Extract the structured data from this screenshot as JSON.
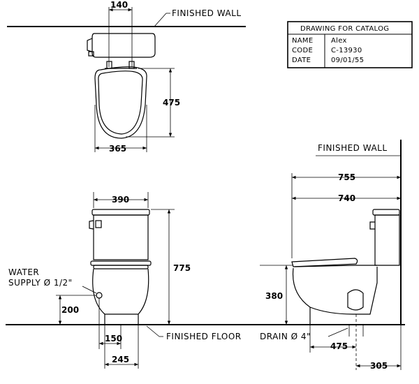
{
  "title_block": {
    "heading": "DRAWING FOR CATALOG",
    "rows": [
      {
        "key": "NAME",
        "value": "Alex"
      },
      {
        "key": "CODE",
        "value": "C-13930"
      },
      {
        "key": "DATE",
        "value": "09/01/55"
      }
    ]
  },
  "labels": {
    "finished_wall_top": "FINISHED WALL",
    "finished_wall_side": "FINISHED WALL",
    "finished_floor": "FINISHED FLOOR",
    "water_supply_line1": "WATER",
    "water_supply_line2": "SUPPLY Ø 1/2\"",
    "drain": "DRAIN Ø 4\""
  },
  "dimensions": {
    "top_inlet_width": "140",
    "top_seat_length": "475",
    "top_seat_width": "365",
    "front_tank_width": "390",
    "front_height": "775",
    "front_supply_height": "200",
    "front_outlet_offset": "150",
    "front_base_width": "245",
    "side_overall_depth": "755",
    "side_seat_depth": "740",
    "side_seat_height": "380",
    "side_drain_offset": "475",
    "side_rough_in": "305"
  }
}
